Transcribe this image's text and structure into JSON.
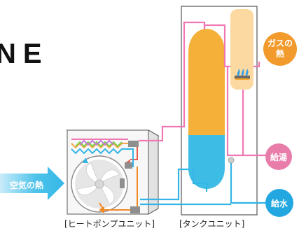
{
  "brand_text": "NE",
  "labels": {
    "heat_pump_unit": "[ヒートポンプユニット]",
    "tank_unit": "[タンクユニット]",
    "gas_heat": "ガスの\n熱",
    "hot_water": "給湯",
    "water_supply": "給水",
    "air_heat": "空気の熱"
  },
  "colors": {
    "hot_tank": "#f5b03a",
    "cold_tank": "#3dbde6",
    "gas_unit": "#fbd9a0",
    "hot_pipe": "#f078b2",
    "cold_pipe": "#33b5e5",
    "orange_arrow": "#f08a24",
    "air_arrow": "#5ac8ec"
  }
}
